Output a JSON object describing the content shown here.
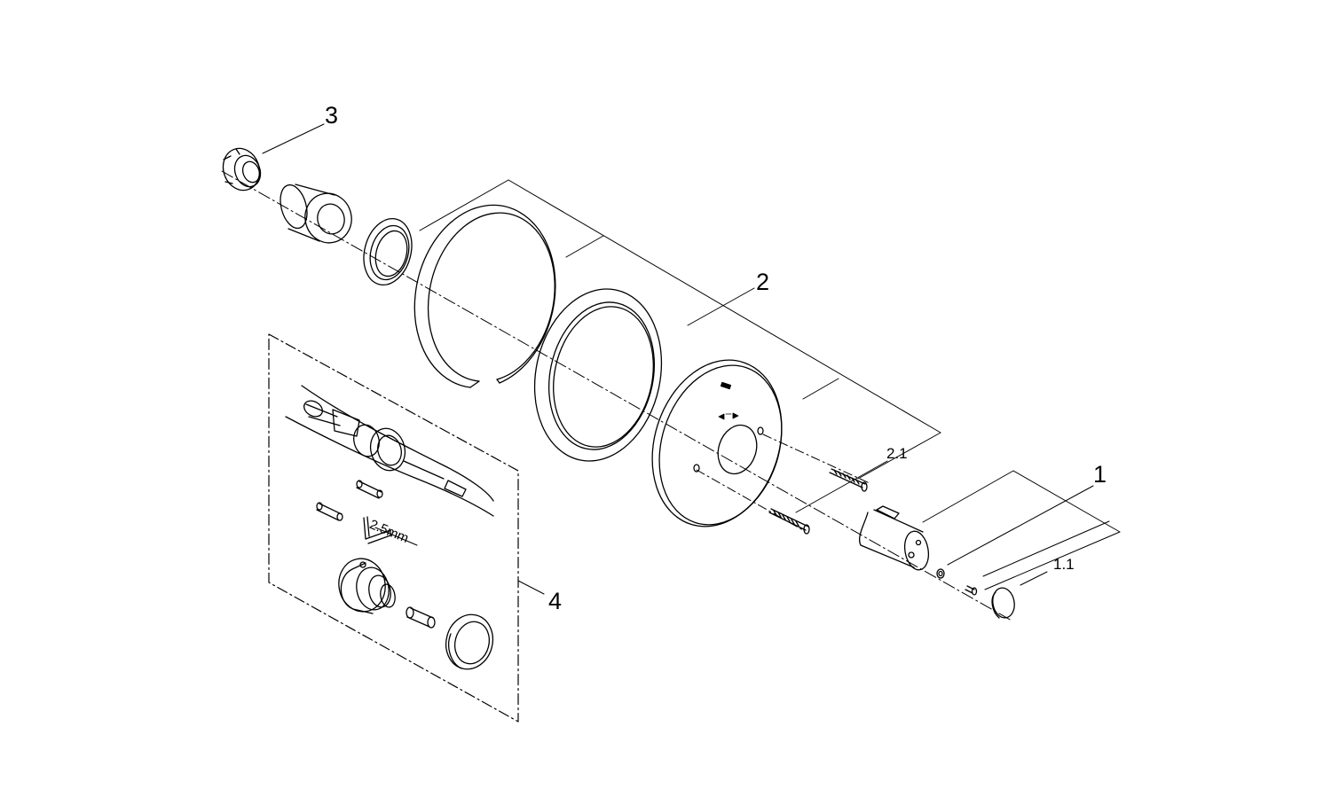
{
  "callouts": {
    "part_1": "1",
    "part_1_1": "1.1",
    "part_2": "2",
    "part_2_1": "2.1",
    "part_3": "3",
    "part_4": "4",
    "tool_size": "2.5mm"
  },
  "colors": {
    "line": "#000000",
    "background": "#ffffff"
  }
}
